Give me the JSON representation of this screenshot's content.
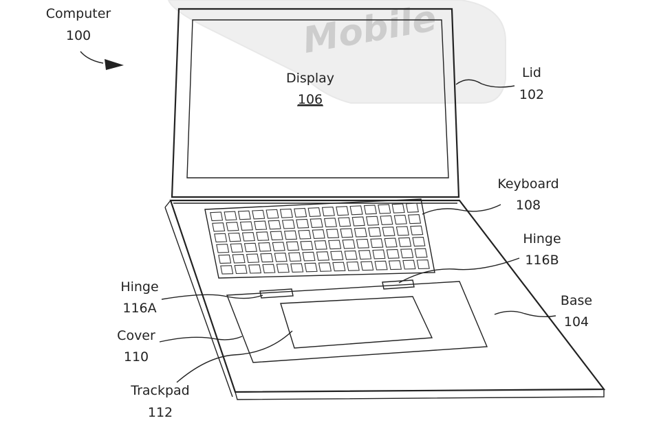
{
  "figure": {
    "computer": {
      "name": "Computer",
      "ref": "100"
    },
    "lid": {
      "name": "Lid",
      "ref": "102"
    },
    "display": {
      "name": "Display",
      "ref": "106"
    },
    "keyboard": {
      "name": "Keyboard",
      "ref": "108"
    },
    "hinge_b": {
      "name": "Hinge",
      "ref": "116B"
    },
    "hinge_a": {
      "name": "Hinge",
      "ref": "116A"
    },
    "base": {
      "name": "Base",
      "ref": "104"
    },
    "cover": {
      "name": "Cover",
      "ref": "110"
    },
    "trackpad": {
      "name": "Trackpad",
      "ref": "112"
    },
    "watermark": "Mobile"
  }
}
